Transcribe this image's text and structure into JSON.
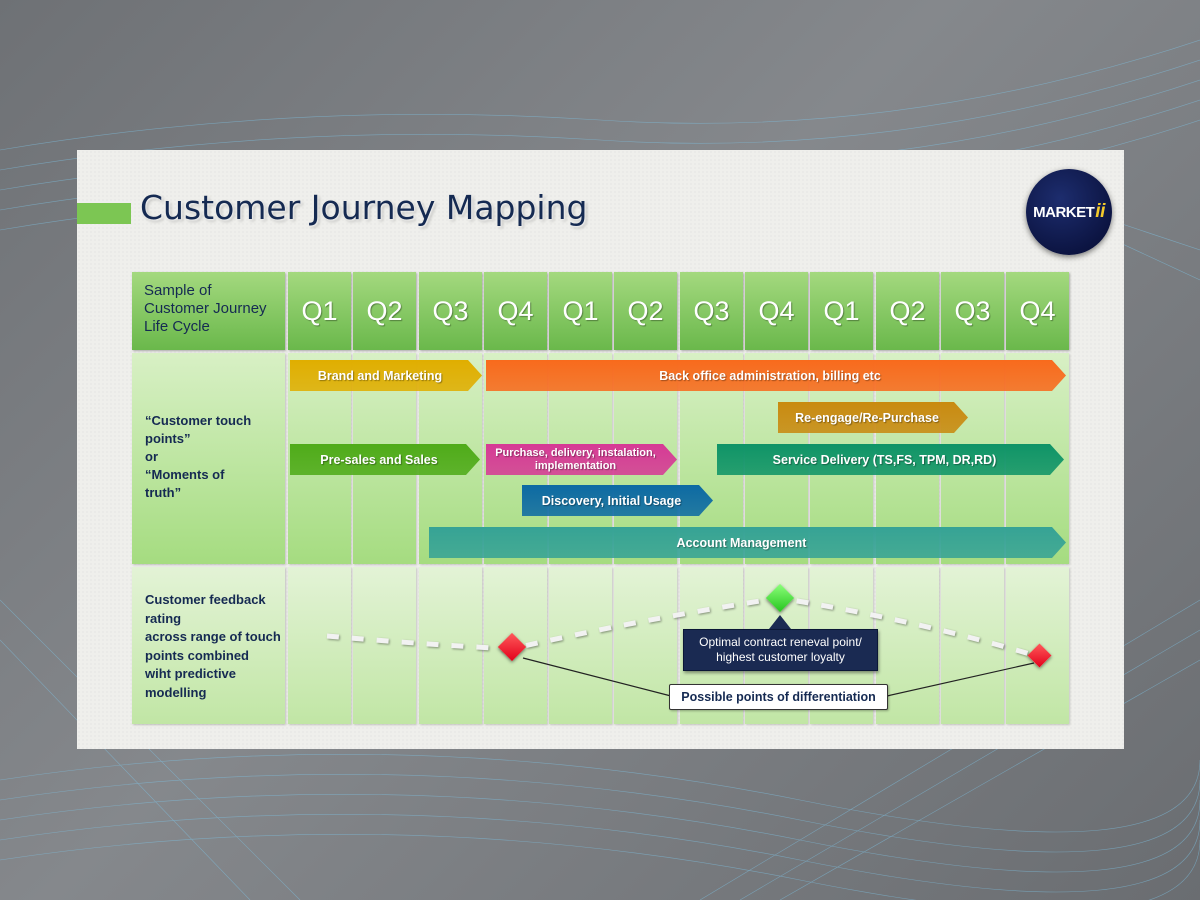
{
  "title": "Customer Journey Mapping",
  "logo": {
    "main": "MARKET",
    "accent": "ii"
  },
  "header": {
    "first_label": "Sample of\nCustomer Journey\nLife Cycle",
    "quarters": [
      "Q1",
      "Q2",
      "Q3",
      "Q4",
      "Q1",
      "Q2",
      "Q3",
      "Q4",
      "Q1",
      "Q2",
      "Q3",
      "Q4"
    ]
  },
  "rows": {
    "touch_points_label": "“Customer touch\npoints”\nor\n“Moments of\ntruth”",
    "feedback_label": "Customer feedback\nrating\nacross range of touch\npoints combined\nwiht predictive\nmodelling"
  },
  "arrows": [
    {
      "label": "Brand and Marketing",
      "color": "#e0ae00"
    },
    {
      "label": "Back office administration, billing etc",
      "color": "#f86a1c"
    },
    {
      "label": "Re-engage/Re-Purchase",
      "color": "#c98a10"
    },
    {
      "label": "Pre-sales and Sales",
      "color": "#4fab19"
    },
    {
      "label": "Purchase, delivery, instalation, implementation",
      "color": "#d63a95"
    },
    {
      "label": "Service Delivery (TS,FS, TPM, DR,RD)",
      "color": "#0f9467"
    },
    {
      "label": "Discovery, Initial Usage",
      "color": "#0d6aa3"
    },
    {
      "label": "Account Management",
      "color": "#36a395"
    }
  ],
  "callouts": {
    "optimal": "Optimal contract reneval point/\nhighest customer loyalty",
    "differentiation": "Possible points of differentiation"
  },
  "colors": {
    "header_green": "#7cc653",
    "title_navy": "#152a52",
    "diamond_red": "#e3001b",
    "diamond_green": "#25c51e"
  }
}
